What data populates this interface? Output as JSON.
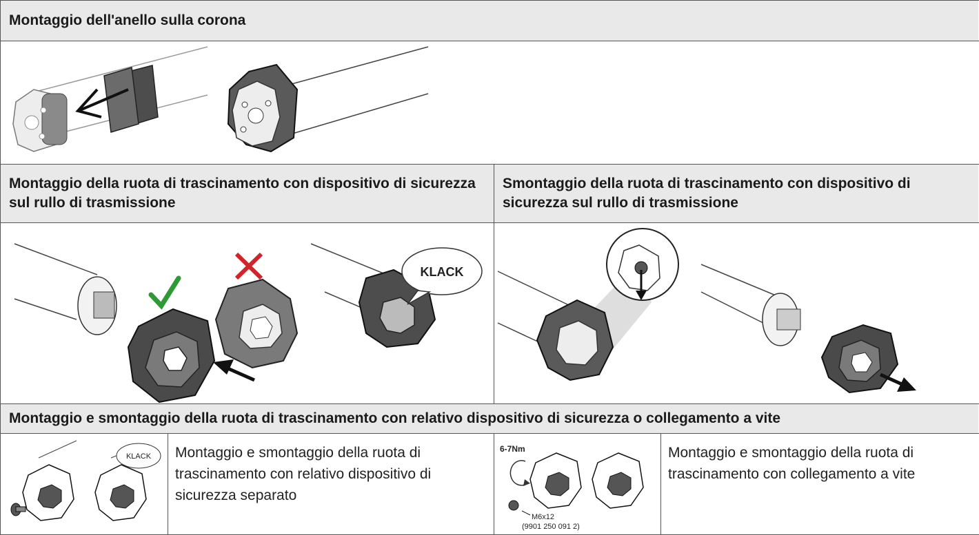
{
  "section1": {
    "title": "Montaggio dell'anello sulla corona"
  },
  "section2": {
    "left_title": "Montaggio della ruota di trascinamento con dispositivo di sicurezza sul rullo di trasmissione",
    "right_title": "Smontaggio della ruota di trascinamento con dispositivo di sicurezza sul rullo di trasmissione",
    "klack_label": "KLACK"
  },
  "section3": {
    "title": "Montaggio e smontaggio della ruota di trascinamento con relativo dispositivo di sicurezza o collegamento a vite",
    "left_klack": "KLACK",
    "left_text": "Montaggio e smontaggio della ruota di trascinamento con relativo dispositivo di sicurezza separato",
    "torque": "6-7Nm",
    "screw_size": "M6x12",
    "screw_code": "(9901 250 091 2)",
    "right_text": "Montaggio e smontaggio della ruota di trascinamento con collegamento a vite"
  },
  "colors": {
    "header_bg": "#e9e9e9",
    "check": "#2e9a35",
    "cross": "#d2232a",
    "part_gray": "#7a7a7a",
    "part_dark": "#3a3a3a"
  }
}
